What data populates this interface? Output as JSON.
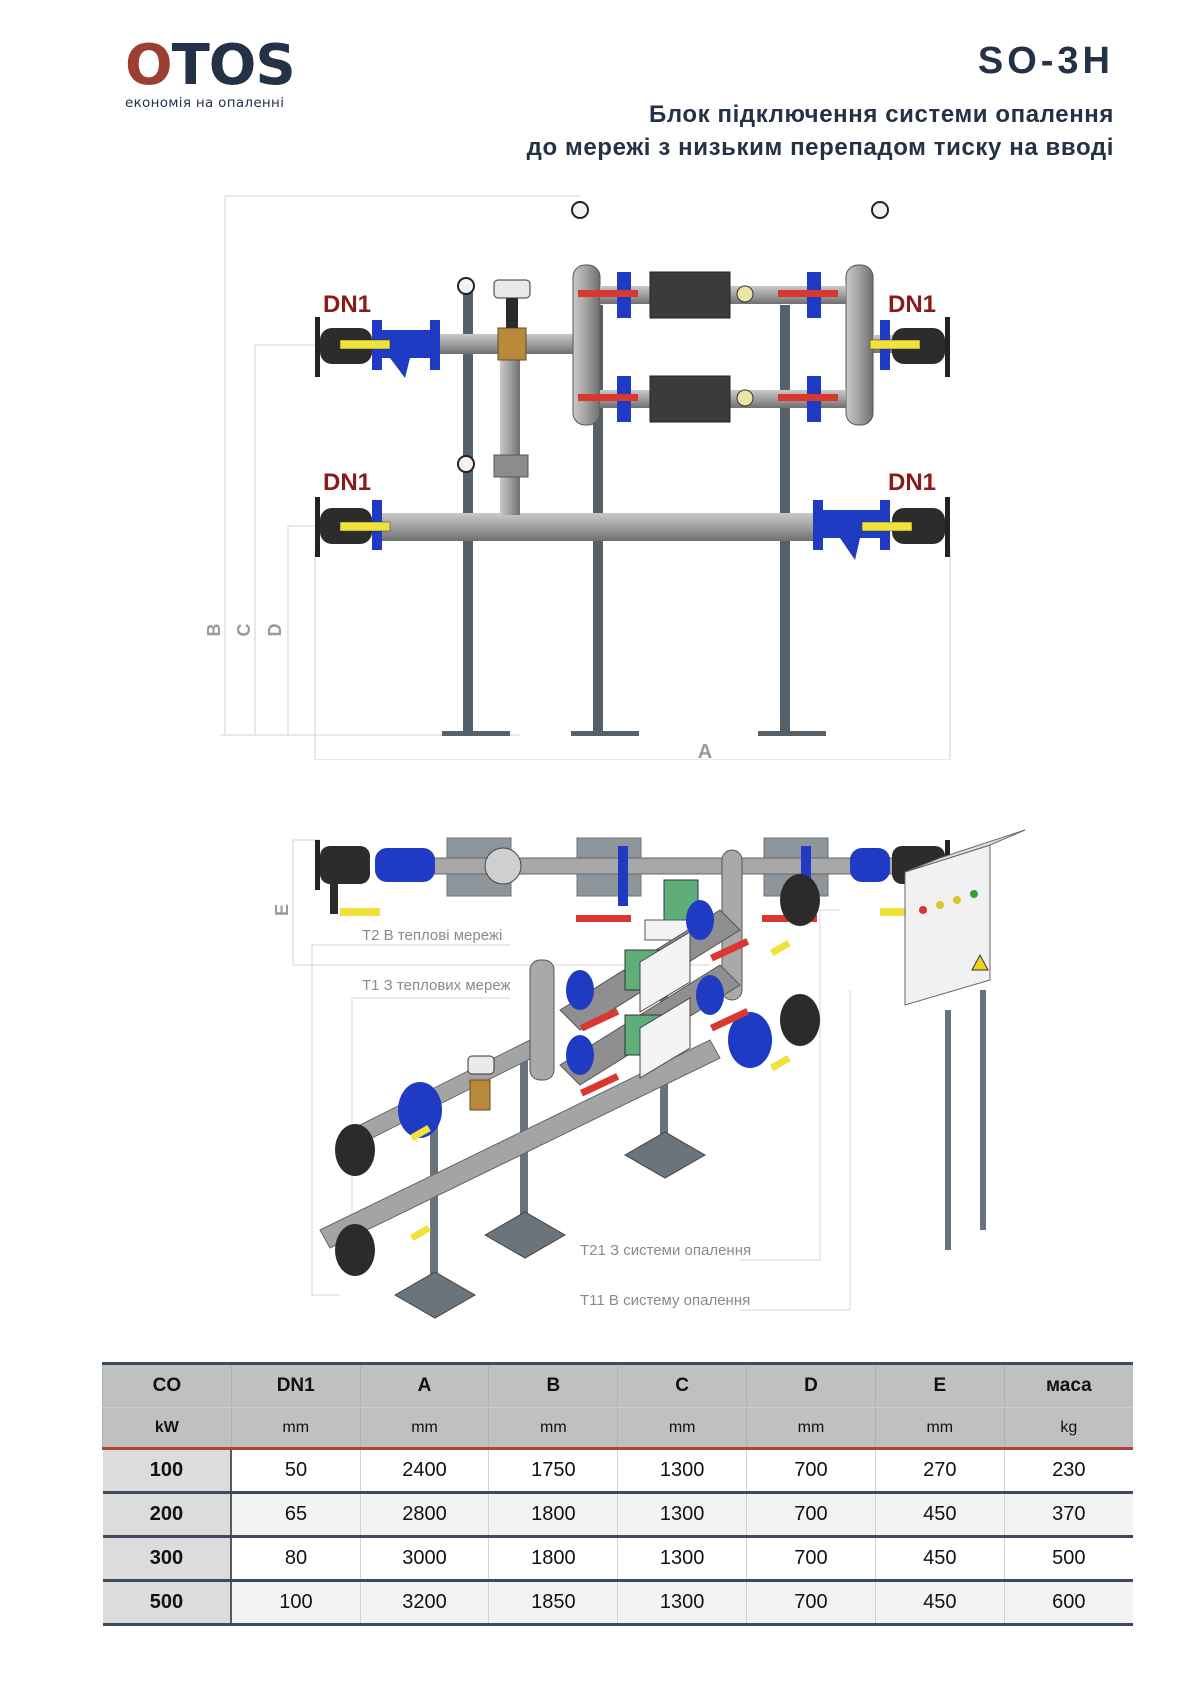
{
  "header": {
    "logo": {
      "letter_accent": "O",
      "letters_rest": "TOS",
      "tagline": "економія на опаленні"
    },
    "model": "SO-3H",
    "subtitle_line1": "Блок підключення системи опалення",
    "subtitle_line2": "до мережі з низьким перепадом тиску на вводі"
  },
  "colors": {
    "brand_red": "#9b3f33",
    "brand_navy": "#243247",
    "dn_label": "#8b1a1a",
    "valve_blue": "#1f3bc4",
    "handle_red": "#d8382f",
    "handle_yellow": "#f0e23a",
    "pump_green": "#5fae7a",
    "steel": "#9a9a9a",
    "frame": "#566069"
  },
  "front_view": {
    "dn_labels": [
      "DN1",
      "DN1",
      "DN1",
      "DN1"
    ],
    "dimension_labels": {
      "a": "A",
      "b": "B",
      "c": "C",
      "d": "D",
      "e": "E"
    }
  },
  "iso_view": {
    "callouts": {
      "t2": "T2 В теплові мережі",
      "t1": "T1 З теплових мереж",
      "t21": "T21 З системи опалення",
      "t11": "T11 В систему опалення"
    }
  },
  "table": {
    "headers": [
      "CO",
      "DN1",
      "A",
      "B",
      "C",
      "D",
      "E",
      "маса"
    ],
    "units": [
      "kW",
      "mm",
      "mm",
      "mm",
      "mm",
      "mm",
      "mm",
      "kg"
    ],
    "rows": [
      [
        "100",
        "50",
        "2400",
        "1750",
        "1300",
        "700",
        "270",
        "230"
      ],
      [
        "200",
        "65",
        "2800",
        "1800",
        "1300",
        "700",
        "450",
        "370"
      ],
      [
        "300",
        "80",
        "3000",
        "1800",
        "1300",
        "700",
        "450",
        "500"
      ],
      [
        "500",
        "100",
        "3200",
        "1850",
        "1300",
        "700",
        "450",
        "600"
      ]
    ]
  }
}
